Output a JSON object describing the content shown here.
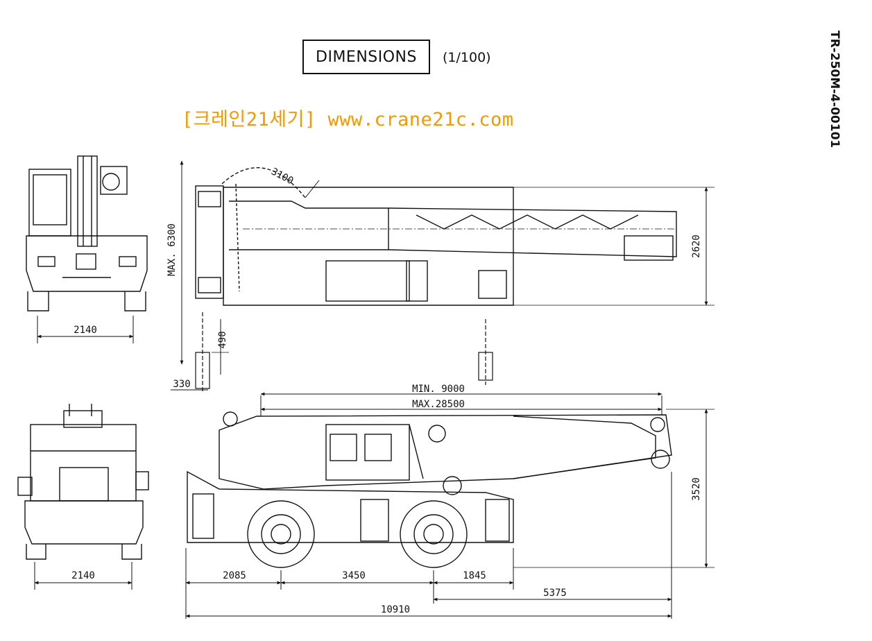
{
  "title": "DIMENSIONS",
  "scale": "(1/100)",
  "watermark": "[크레인21세기] www.crane21c.com",
  "doc_code": "TR-250M-4-00101",
  "dimensions": {
    "rear_width": "2140",
    "front_width": "2140",
    "turning_radius": "3100",
    "max_height": "MAX. 6300",
    "overall_width": "2620",
    "dim_490": "490",
    "dim_330": "330",
    "boom_min": "MIN. 9000",
    "boom_max": "MAX.28500",
    "height": "3520",
    "front_overhang": "2085",
    "wheelbase": "3450",
    "rear_overhang": "1845",
    "dim_5375": "5375",
    "overall_length": "10910"
  }
}
